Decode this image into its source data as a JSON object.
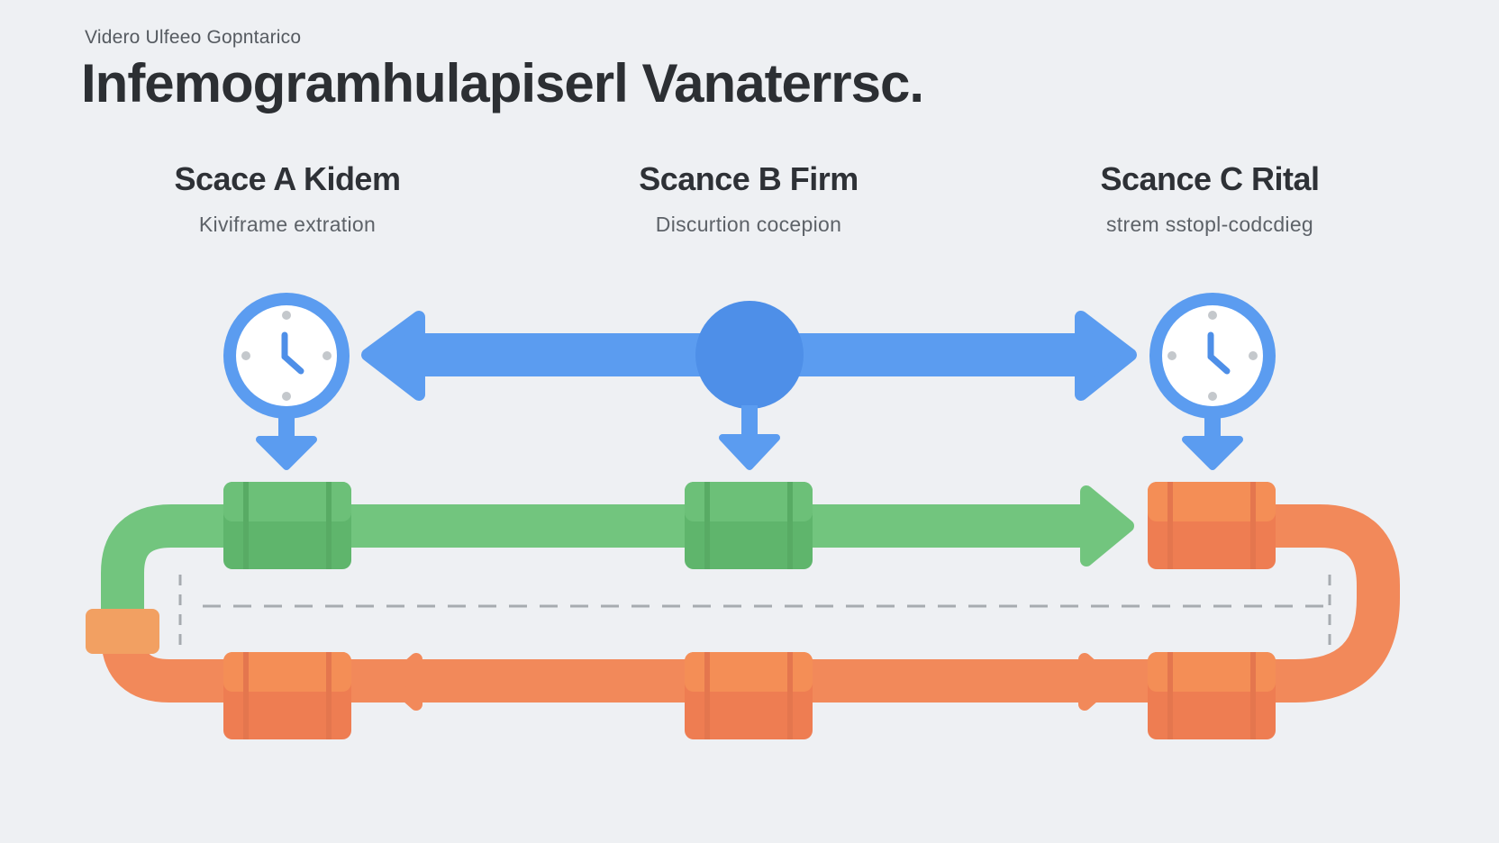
{
  "header": {
    "eyebrow": "Videro Ulfeeo Gopntarico",
    "title": "Infemogramhulapiserl Vanaterrsc."
  },
  "stages": [
    {
      "name": "Scace A Kidem",
      "subtitle": "Kiviframe extration"
    },
    {
      "name": "Scance B Firm",
      "subtitle": "Discurtion cocepion"
    },
    {
      "name": "Scance C Rital",
      "subtitle": "strem sstopl-codcdieg"
    }
  ],
  "colors": {
    "blue": "#5b9cf0",
    "green": "#72c57e",
    "orange": "#f2895a",
    "dashed": "#a7abb0"
  },
  "icons": [
    "clock-icon",
    "clock-icon",
    "circle-node",
    "down-arrow-icon"
  ]
}
